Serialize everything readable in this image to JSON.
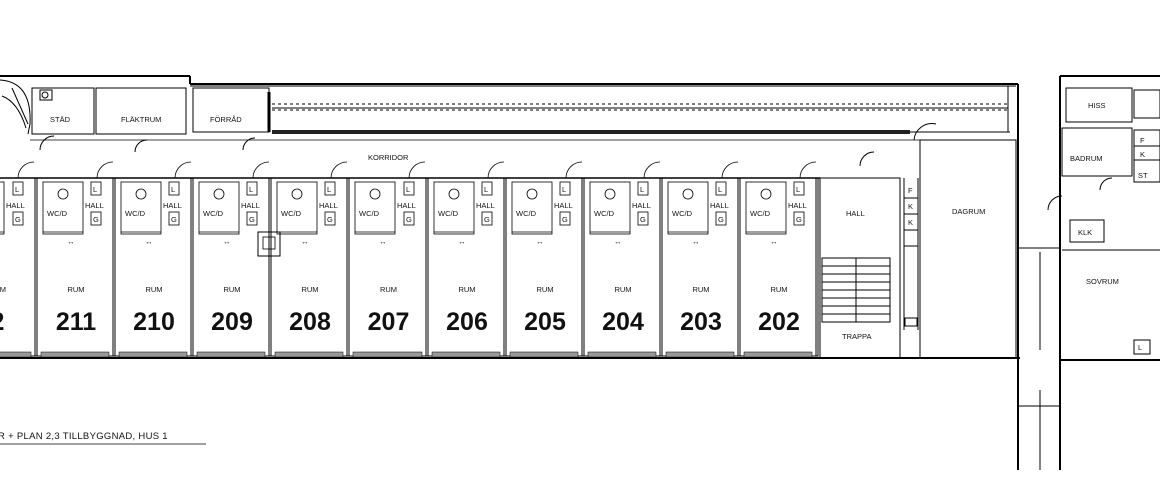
{
  "plan": {
    "caption": "R + PLAN 2,3 TILLBYGGNAD, HUS 1",
    "service_rooms": {
      "stad": "STÄD",
      "flaktrum": "FLÄKTRUM",
      "forrad": "FÖRRÅD"
    },
    "corridor": "KORRIDOR",
    "dagrum": "DAGRUM",
    "stair_hall": "HALL",
    "trappa": "TRAPPA",
    "east": {
      "hiss": "HISS",
      "badrum": "BADRUM",
      "klk": "KLK",
      "sovrum": "SOVRUM",
      "cabinets": [
        "F",
        "K",
        "ST"
      ],
      "l_marker": "L"
    },
    "stair_cabinets": [
      "F",
      "K",
      "K"
    ],
    "room_label": "RUM",
    "hall_label": "HALL",
    "wc_label": "WC/D",
    "l_label": "L",
    "g_label": "G",
    "rooms": [
      {
        "number": "2"
      },
      {
        "number": "211"
      },
      {
        "number": "210"
      },
      {
        "number": "209"
      },
      {
        "number": "208"
      },
      {
        "number": "207"
      },
      {
        "number": "206"
      },
      {
        "number": "205"
      },
      {
        "number": "204"
      },
      {
        "number": "203"
      },
      {
        "number": "202"
      }
    ]
  }
}
